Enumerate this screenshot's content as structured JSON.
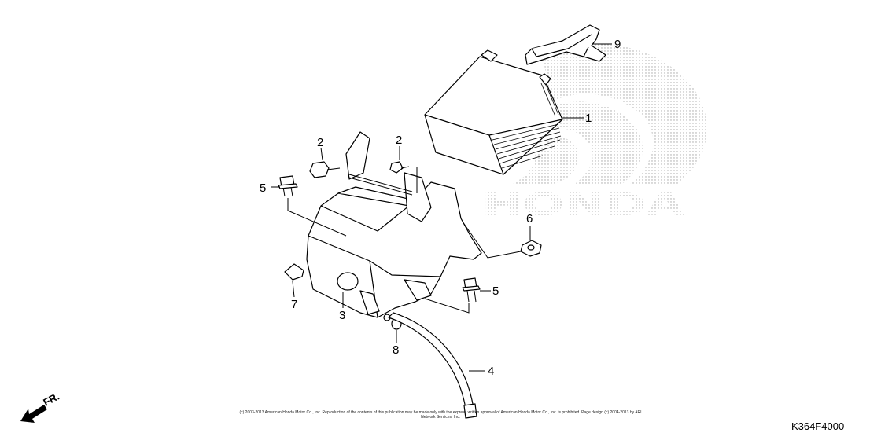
{
  "diagram": {
    "callouts": {
      "c1": "1",
      "c2a": "2",
      "c2b": "2",
      "c3": "3",
      "c4": "4",
      "c5a": "5",
      "c5b": "5",
      "c6": "6",
      "c7": "7",
      "c8": "8",
      "c9": "9"
    },
    "watermark_text": "HONDA",
    "direction_label": "FR.",
    "copyright": "(c) 2003-2013 American Honda Motor Co., Inc. Reproduction of the contents of this publication may be made only with the express written approval of American Honda Motor Co., Inc. is prohibited. Page design (c) 2004-2013 by ARI Network Services, Inc.",
    "catalog_code": "K364F4000"
  }
}
